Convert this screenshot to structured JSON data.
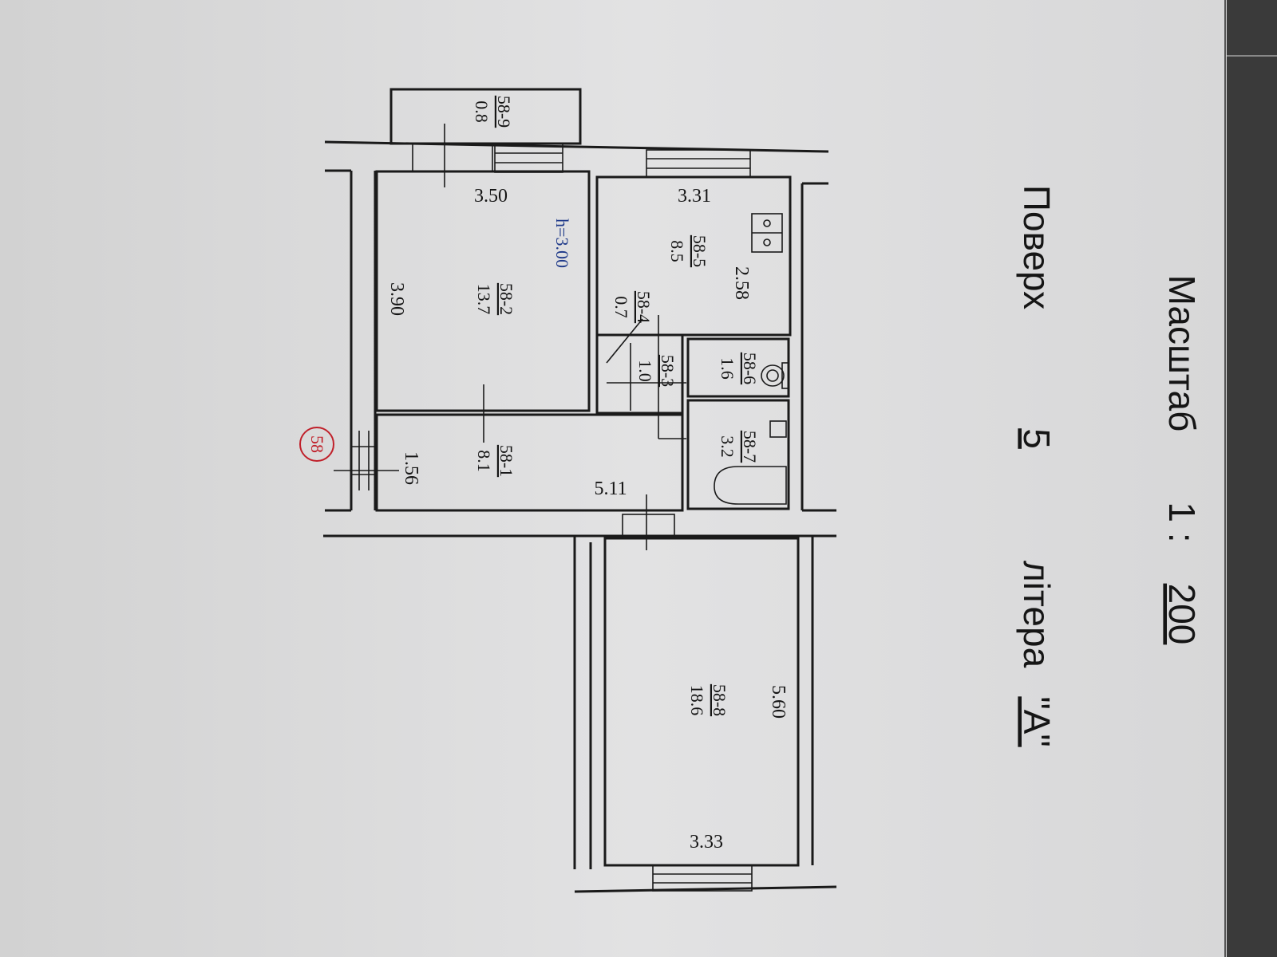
{
  "header": {
    "scale_label": "Масштаб",
    "scale_prefix": "1 :",
    "scale_value": "200",
    "floor_label": "Поверх",
    "floor_value": "5",
    "letter_label": "літера",
    "letter_value": "\"А\""
  },
  "apartment_marker": "58",
  "ceiling_height": "h=3.00",
  "rooms": [
    {
      "id": "58-1",
      "area": "8.1"
    },
    {
      "id": "58-2",
      "area": "13.7"
    },
    {
      "id": "58-3",
      "area": "1.0"
    },
    {
      "id": "58-4",
      "area": "0.7"
    },
    {
      "id": "58-5",
      "area": "8.5"
    },
    {
      "id": "58-6",
      "area": "1.6"
    },
    {
      "id": "58-7",
      "area": "3.2"
    },
    {
      "id": "58-8",
      "area": "18.6"
    },
    {
      "id": "58-9",
      "area": "0.8"
    }
  ],
  "dimensions": {
    "room2_width": "3.50",
    "room2_length": "3.90",
    "kitchen_width": "3.31",
    "kitchen_length": "2.58",
    "hall_width": "1.56",
    "hall_length": "5.11",
    "room8_length": "5.60",
    "room8_width": "3.33"
  },
  "colors": {
    "paper": "#dcdcdc",
    "ink": "#151515",
    "marker": "#c0202a",
    "height_text": "#1f3a8a"
  }
}
